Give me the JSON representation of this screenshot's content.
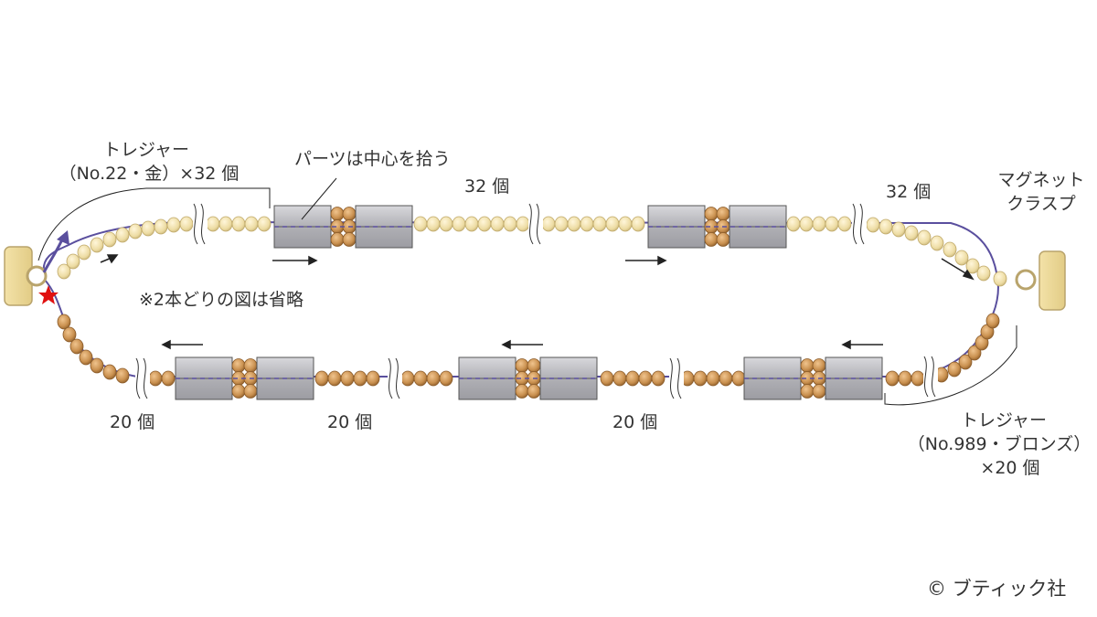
{
  "labels": {
    "treasure_gold_line1": "トレジャー",
    "treasure_gold_line2": "（No.22・金）×32 個",
    "parts_center": "パーツは中心を拾う",
    "count_32_mid": "32 個",
    "count_32_right": "32 個",
    "magnet_line1": "マグネット",
    "magnet_line2": "クラスプ",
    "note": "※2本どりの図は省略",
    "count_20_left": "20 個",
    "count_20_mid": "20 個",
    "count_20_right": "20 個",
    "treasure_bronze_line1": "トレジャー",
    "treasure_bronze_line2": "（No.989・ブロンズ）",
    "treasure_bronze_line3": "×20 個",
    "copyright": "ブティック社",
    "copyright_symbol": "©"
  },
  "colors": {
    "gold_bead": "#EDDCA3",
    "bronze_bead": "#C9904F",
    "thread": "#5A4F9E",
    "part_gray": "#B3B3B8",
    "star": "#E01010"
  }
}
